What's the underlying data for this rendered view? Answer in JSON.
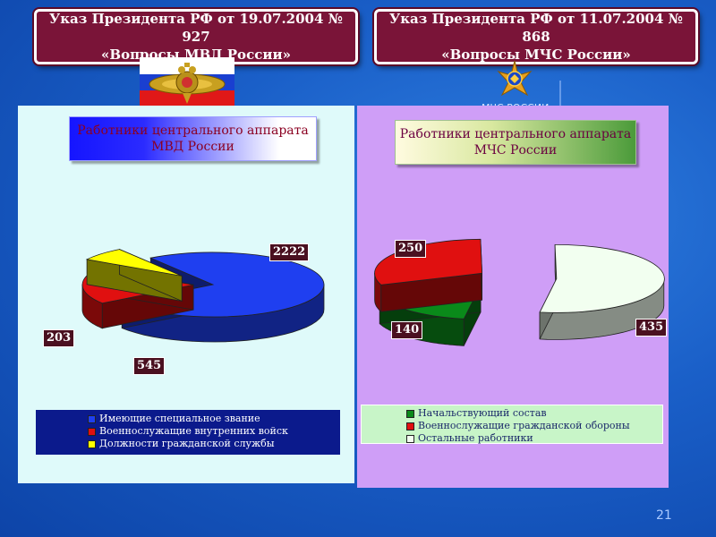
{
  "banners": {
    "left": {
      "line1": "Указ Президента РФ от 19.07.2004 № 927",
      "line2": "«Вопросы МВД России»"
    },
    "right": {
      "line1": "Указ Президента РФ от 11.07.2004 № 868",
      "line2": "«Вопросы МЧС России»"
    }
  },
  "emblems": {
    "mvd": {
      "icon": "mvd-eagle-emblem-icon",
      "flag_colors": [
        "#ffffff",
        "#1a3fd0",
        "#e01818"
      ]
    },
    "mchs": {
      "icon": "mchs-emblem-icon",
      "text": "МЧС РОССИИ"
    }
  },
  "slide_number": "21",
  "colors": {
    "left_panel_bg": "#dffafa",
    "right_panel_bg": "#cf9ef7",
    "banner_bg": "#7a1438",
    "label_bg": "#4a1020"
  },
  "chart_data": [
    {
      "type": "pie",
      "style": "3d-exploded",
      "title": "Работники центрального аппарата МВД России",
      "title_line1": "Работники центрального аппарата",
      "title_line2": "МВД России",
      "legend_position": "bottom",
      "series": [
        {
          "name": "Имеющие специальное звание",
          "value": 2222,
          "value_label": "2222",
          "color": "#1f3ff0"
        },
        {
          "name": "Военнослужащие внутренних войск",
          "value": 545,
          "value_label": "545",
          "color": "#e01010"
        },
        {
          "name": "Должности гражданской службы",
          "value": 203,
          "value_label": "203",
          "color": "#ffff00"
        }
      ]
    },
    {
      "type": "pie",
      "style": "3d-exploded",
      "title": "Работники центрального аппарата МЧС России",
      "title_line1": "Работники центрального аппарата",
      "title_line2": "МЧС России",
      "legend_position": "bottom",
      "series": [
        {
          "name": "Начальствующий состав",
          "value": 140,
          "value_label": "140",
          "color": "#0a8a1a"
        },
        {
          "name": "Военнослужащие гражданской обороны",
          "value": 250,
          "value_label": "250",
          "color": "#e01010"
        },
        {
          "name": "Остальные работники",
          "value": 435,
          "value_label": "435",
          "color": "#f2fff0"
        }
      ]
    }
  ]
}
